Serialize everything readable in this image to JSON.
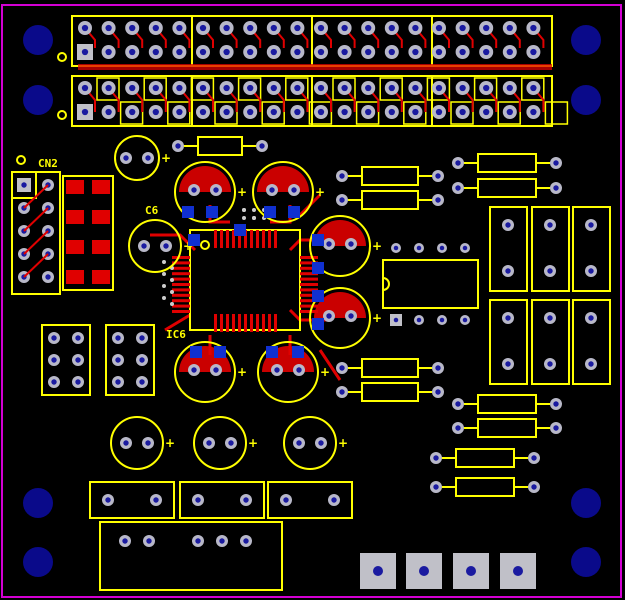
{
  "labels": {
    "connector": "CN2",
    "cap_c6": "C6",
    "ic": "IC6",
    "plus": "+"
  },
  "colors": {
    "background": "#000000",
    "board_outline": "#d400d4",
    "silkscreen": "#ffff00",
    "pad": "#b8b8c8",
    "drill": "#1a1aa0",
    "mounting_hole": "#0a0a8a",
    "top_copper": "#e00000",
    "bottom_copper": "#ff2020",
    "via_blue": "#1030d0",
    "square_pad": "#c0c0c8"
  }
}
